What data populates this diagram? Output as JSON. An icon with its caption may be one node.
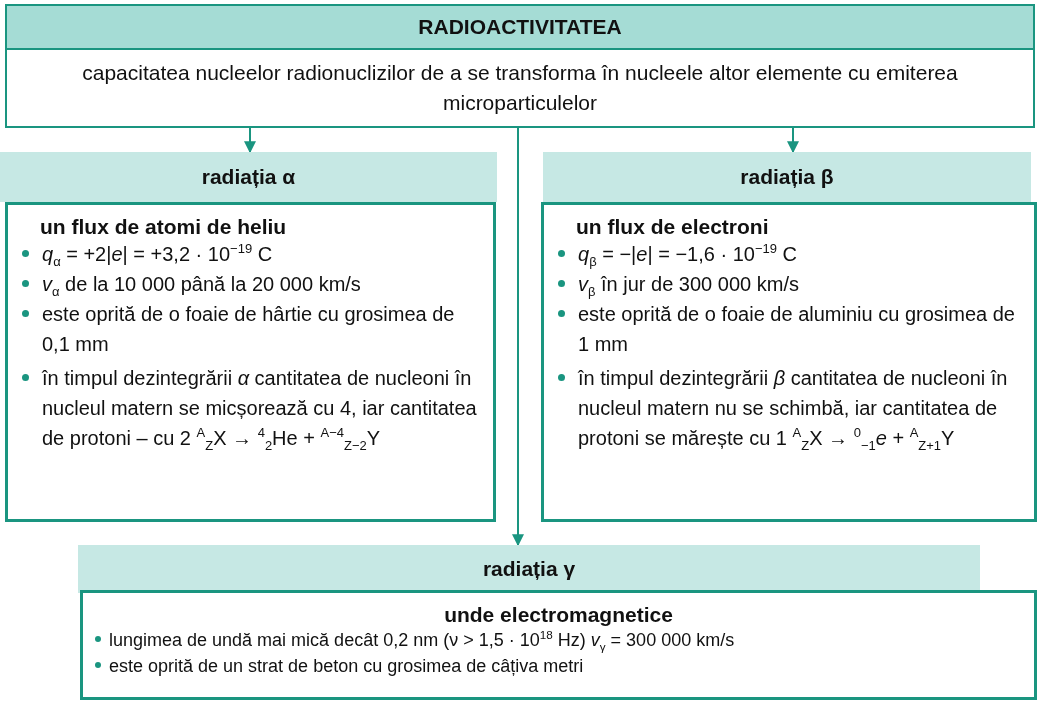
{
  "diagram": {
    "nodes": [
      {
        "text": [
          "RADIOACTIVITATEA"
        ]
      },
      {
        "text": [
          "capacitatea nucleelor radionuclizilor de a se transforma în nucleele altor elemente cu emiterea microparticulelor"
        ]
      },
      {
        "text": [
          "radiația α"
        ]
      },
      {
        "text": [
          "un flux de atomi de heliu",
          "*q*$_{α}$ = +2|*e*| = +3,2 · 10$^{−19}$ C",
          "*v*$_{α}$  de la 10 000 până la 20 000 km/s",
          "este oprită de o foaie de hârtie cu grosimea de 0,1 mm",
          "în timpul dezintegrării *α* cantitatea de nucleoni în nucleul matern se micșorează cu 4, iar cantitatea de protoni – cu 2 $^{A}$$_{Z}$X → $^{4}$$_{2}$He + $^{A−4}$$_{Z−2}$Y"
        ]
      },
      {
        "text": [
          "radiația β"
        ]
      },
      {
        "text": [
          "un flux de electroni",
          "*q*$_{β}$ = −|*e*| = −1,6 · 10$^{−19}$ C",
          "*v*$_{β}$  în jur de 300 000 km/s",
          "este oprită de o foaie de aluminiu cu grosimea de 1 mm",
          "în timpul dezintegrării *β* cantitatea de nucleoni în nucleul matern nu se schimbă, iar cantitatea de protoni se mărește cu 1 $^{A}$$_{Z}$X → $^{0}$$_{−1}$*e* + $^{A}$$_{Z+1}$Y"
        ]
      },
      {
        "text": [
          "radiația γ"
        ]
      },
      {
        "text": [
          "unde electromagnetice",
          "lungimea de undă mai mică decât 0,2 nm (ν > 1,5 · 10$^{18}$ Hz) *v*$_{γ}$ = 300 000 km/s",
          "este oprită de un strat de beton cu grosimea de câțiva metri"
        ]
      }
    ],
    "edges": [
      {
        "from": 1,
        "to": 2,
        "arrow": "to"
      },
      {
        "from": 1,
        "to": 4,
        "arrow": "to"
      },
      {
        "from": 1,
        "to": 6,
        "arrow": "to"
      }
    ]
  }
}
